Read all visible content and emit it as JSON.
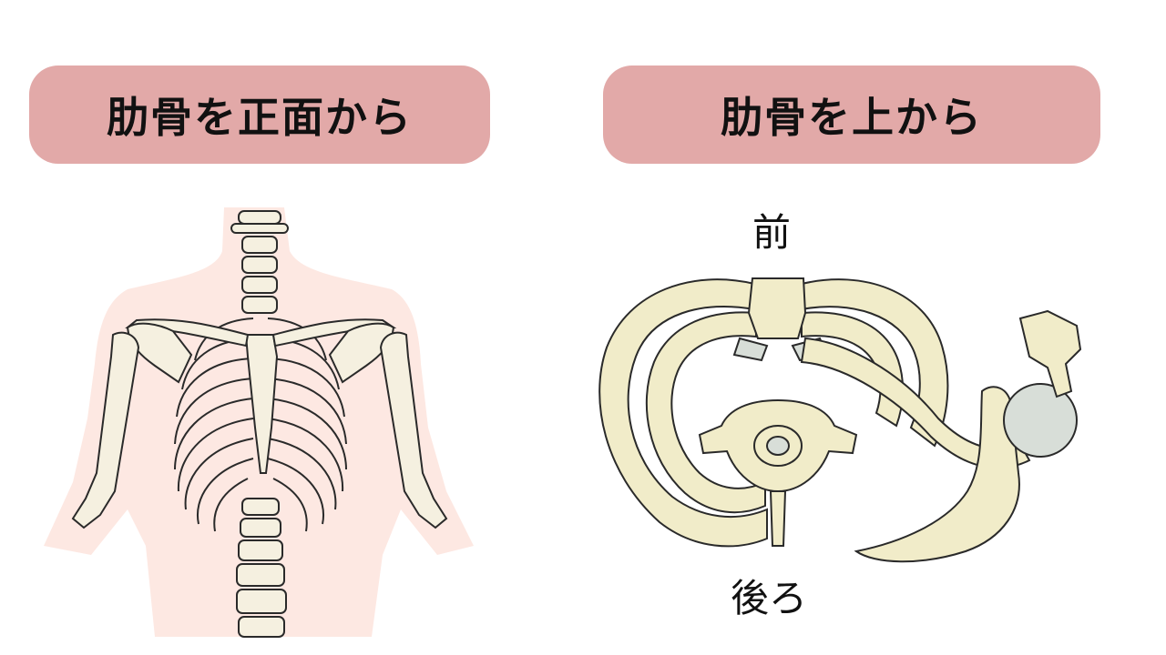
{
  "colors": {
    "pill_bg": "#e2a9a8",
    "body_silhouette": "#fde8e2",
    "bone_light": "#f5f0e0",
    "bone_cream": "#f1ecc9",
    "bone_outline": "#2a2a2a",
    "cartilage": "#d8ded8"
  },
  "panels": {
    "front": {
      "title": "肋骨を正面から"
    },
    "top": {
      "title": "肋骨を上から",
      "label_front": "前",
      "label_back": "後ろ"
    }
  }
}
